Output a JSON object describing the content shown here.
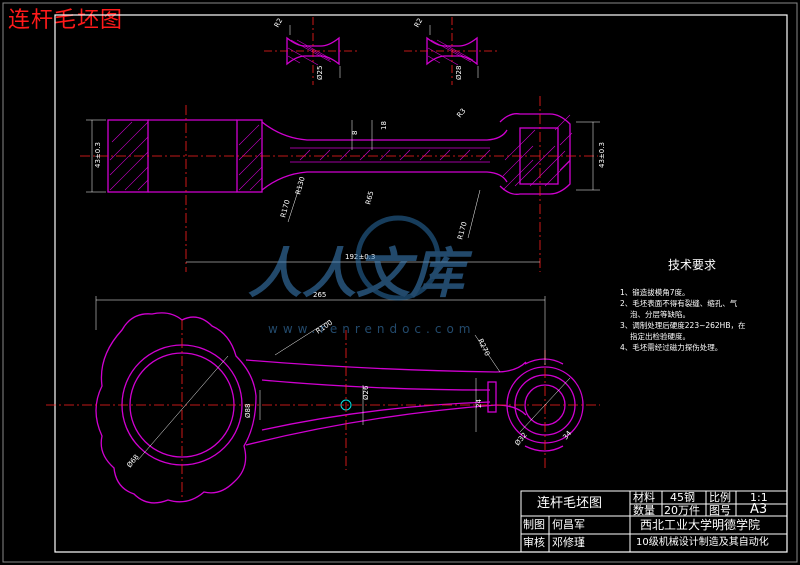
{
  "drawing": {
    "corner_title": "连杆毛坯图",
    "tech_requirements": {
      "title": "技术要求",
      "items": [
        "1、锻造拔模角7度。",
        "2、毛坯表面不得有裂缝、缩孔、气",
        "泡、分层等缺陷。",
        "3、调制处理后硬度223~262HB，在",
        "指定出检验硬度。",
        "4、毛坯需经过磁力探伤处理。"
      ]
    },
    "title_block": {
      "part_name": "连杆毛坯图",
      "material_label": "材料",
      "material_value": "45钢",
      "scale_label": "比例",
      "scale_value": "1:1",
      "quantity_label": "数量",
      "quantity_value": "20万件",
      "drawing_no_label": "图号",
      "drawing_no_value": "A3",
      "drawn_label": "制图",
      "drawn_value": "何昌军",
      "checked_label": "审核",
      "checked_value": "邓修瑾",
      "school": "西北工业大学明德学院",
      "class": "10级机械设计制造及其自动化"
    },
    "dimensions": {
      "length_top": "192±0.3",
      "length_bottom": "265",
      "left_height": "43±0.3",
      "right_height": "43±0.3",
      "R100": "R100",
      "R270": "R270",
      "R170_left": "R170",
      "R170_right": "R170",
      "R130": "R130",
      "bore_left": "Ø68",
      "bore_right": "Ø32",
      "center_height": "Ø88",
      "web_18": "18",
      "web_8": "8",
      "web_24": "24",
      "web_34": "34",
      "R3": "R3",
      "sec1_a": "R2",
      "sec1_b": "Ø25",
      "sec2_a": "R2",
      "sec2_b": "Ø28",
      "rod_w": "Ø26",
      "rod_r": "R65"
    },
    "watermark": {
      "brand": "人人文库",
      "url": "www.renrendoc.com"
    }
  }
}
